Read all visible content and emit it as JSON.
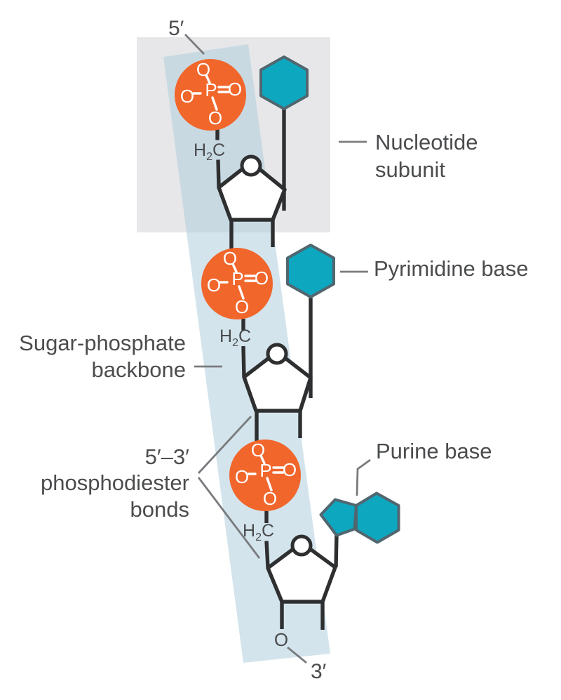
{
  "figure": {
    "description": "Sugar-phosphate backbone of a nucleic acid strand showing three nucleotide subunits",
    "terminals": {
      "five_prime": "5′",
      "three_prime": "3′"
    },
    "annotations": {
      "nucleotide_subunit": {
        "line1": "Nucleotide",
        "line2": "subunit"
      },
      "pyrimidine_base": "Pyrimidine base",
      "purine_base": "Purine base",
      "sugar_phosphate_backbone": {
        "line1": "Sugar-phosphate",
        "line2": "backbone"
      },
      "phosphodiester_bonds": {
        "line1": "5′–3′",
        "line2": "phosphodiester",
        "line3": "bonds"
      }
    },
    "chemistry": {
      "phosphate": {
        "top_oxygen": "O",
        "left_oxygen": "O",
        "phosphorus": "P",
        "double_bond_oxygen": "O",
        "bottom_oxygen": "O"
      },
      "methylene": {
        "hydrogen": "H",
        "subscript": "2",
        "carbon": "C"
      },
      "terminal_oxygen": "O"
    },
    "colors": {
      "phosphate_fill": "#F1662B",
      "phosphate_text": "#FFFFFF",
      "base_fill": "#0DA7C0",
      "base_stroke": "#51666F",
      "bond_stroke": "#2E2F30",
      "backbone_band": "#AFCEDC",
      "nucleotide_box": "#E7E7E9",
      "label_text": "#4B4C4E",
      "pointer_line": "#7A7B7E"
    }
  }
}
